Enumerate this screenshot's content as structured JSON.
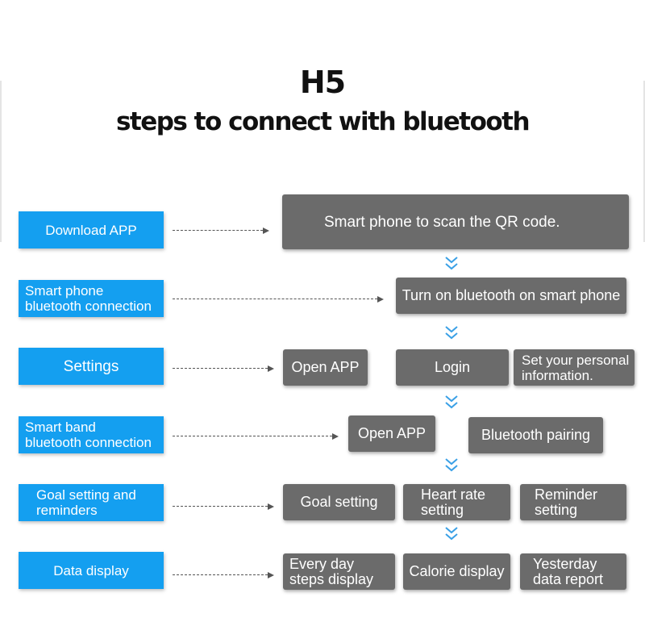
{
  "title": {
    "main": "H5",
    "sub": "steps to connect with bluetooth"
  },
  "steps": [
    {
      "label": "Download APP"
    },
    {
      "label": "Smart phone\nbluetooth connection"
    },
    {
      "label": "Settings"
    },
    {
      "label": "Smart band\nbluetooth connection"
    },
    {
      "label": "Goal setting and\nreminders"
    },
    {
      "label": "Data display"
    }
  ],
  "actions": {
    "row1": [
      "Smart phone to scan the QR code."
    ],
    "row2": [
      "Turn on bluetooth on smart phone"
    ],
    "row3": [
      "Open APP",
      "Login",
      "Set your personal\ninformation."
    ],
    "row4": [
      "Open APP",
      "Bluetooth pairing"
    ],
    "row5": [
      "Goal setting",
      "Heart rate\nsetting",
      "Reminder\nsetting"
    ],
    "row6": [
      "Every day\nsteps display",
      "Calorie display",
      "Yesterday\ndata report"
    ]
  },
  "colors": {
    "step_blue": "#149ff0",
    "action_gray": "#6b6b6b",
    "chevron_blue": "#3aa0e6"
  },
  "icons": {
    "connector": "dashed-arrow-right",
    "flow": "double-chevron-down-icon"
  }
}
